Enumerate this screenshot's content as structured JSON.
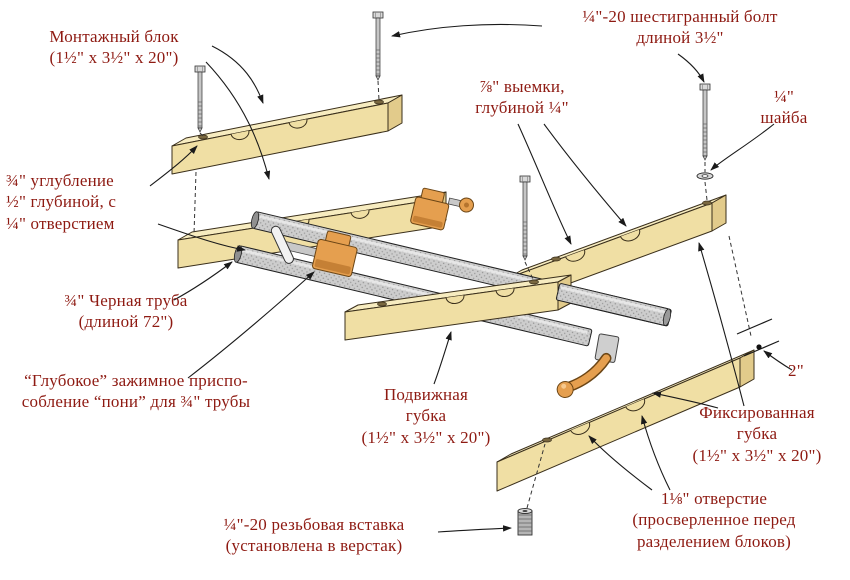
{
  "colors": {
    "background": "#FFFFFF",
    "text": "#8E1A12",
    "wood_top": "#F7ECC0",
    "wood_front": "#F0DFA4",
    "wood_end": "#E2CB8B",
    "pipe": "#CDCDCD",
    "clamp": "#E59F4F",
    "line": "#1A1A1A"
  },
  "labels": {
    "mounting_block": {
      "lines": [
        "Монтажный блок",
        "(1½\" x 3½\" x 20\")"
      ]
    },
    "hex_bolt": {
      "lines": [
        "¼\"-20 шестигранный болт",
        "длиной  3½\""
      ]
    },
    "notches": {
      "lines": [
        "⅞\"  выемки,",
        "глубиной ¼\""
      ]
    },
    "washer": {
      "lines": [
        "¼\"",
        "шайба"
      ]
    },
    "recess": {
      "lines": [
        "¾\"  углубление",
        "½\"  глубиной, с",
        "¼\"  отверстием"
      ]
    },
    "pipe": {
      "lines": [
        "¾\" Черная труба",
        "(длиной 72\")"
      ]
    },
    "pony_clamp": {
      "lines": [
        "“Глубокое” зажимное приспо-",
        "собление “пони” для ¾\" трубы"
      ]
    },
    "movable_jaw": {
      "lines": [
        "Подвижная",
        "губка",
        "(1½\" x 3½\" x 20\")"
      ]
    },
    "dim_two_inch": {
      "lines": [
        "2\""
      ]
    },
    "fixed_jaw": {
      "lines": [
        "Фиксированная",
        "губка",
        "(1½\" x 3½\" x 20\")"
      ]
    },
    "hole": {
      "lines": [
        "1⅛\" отверстие",
        "(просверленное перед",
        "разделением блоков)"
      ]
    },
    "insert": {
      "lines": [
        "¼\"-20 резьбовая вставка",
        "(установлена в верстак)"
      ]
    }
  }
}
